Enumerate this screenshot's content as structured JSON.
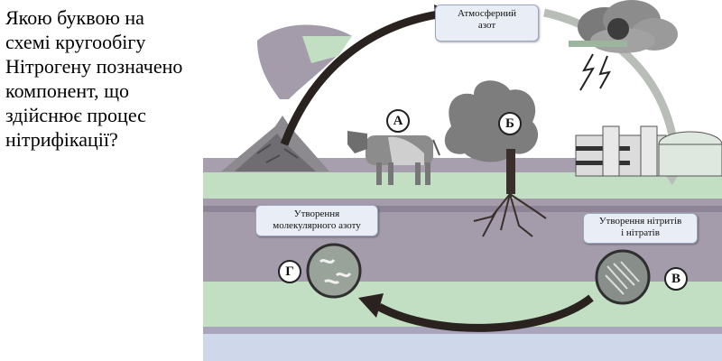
{
  "question": {
    "lines": [
      "Якою буквою на",
      "схемі кругообігу",
      "Нітрогену позначено",
      "компонент, що",
      "здійснює процес",
      "нітрифікації?"
    ]
  },
  "diagram": {
    "boxes": {
      "atmospheric": [
        "Атмосферний",
        "азот"
      ],
      "molecular": [
        "Утворення",
        "молекулярного азоту"
      ],
      "nitrites": [
        "Утворення нітритів",
        "і нітратів"
      ]
    },
    "letters": {
      "a": "А",
      "b": "Б",
      "v": "В",
      "g": "Г"
    },
    "colors": {
      "sky_ground": "#c2dfc4",
      "soil": "#a49cab",
      "stripe": "#8e8497",
      "water": "#cfd8ea",
      "arrow_dark": "#2a221f",
      "arrow_light": "#b9bdb8"
    }
  }
}
